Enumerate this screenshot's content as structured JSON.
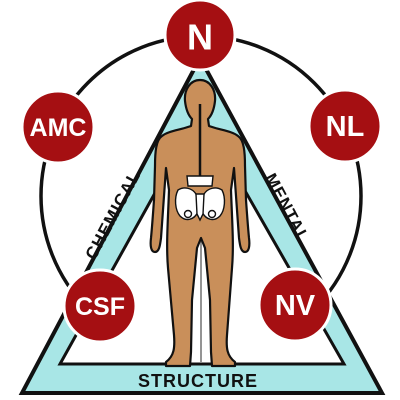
{
  "colors": {
    "node_fill": "#a50f12",
    "node_stroke": "#ffffff",
    "triangle_fill": "#a8e6e6",
    "triangle_stroke": "#111111",
    "body_fill": "#c98f5a",
    "circle_stroke": "#111111"
  },
  "nodes": {
    "top": "N",
    "upper_left": "AMC",
    "upper_right": "NL",
    "lower_left": "CSF",
    "lower_right": "NV"
  },
  "sides": {
    "left": "CHEMICAL",
    "right": "MENTAL",
    "bottom": "STRUCTURE"
  },
  "figure": {
    "icon": "human-body-back-view-icon",
    "pelvis_icon": "pelvis-skeleton-icon"
  }
}
